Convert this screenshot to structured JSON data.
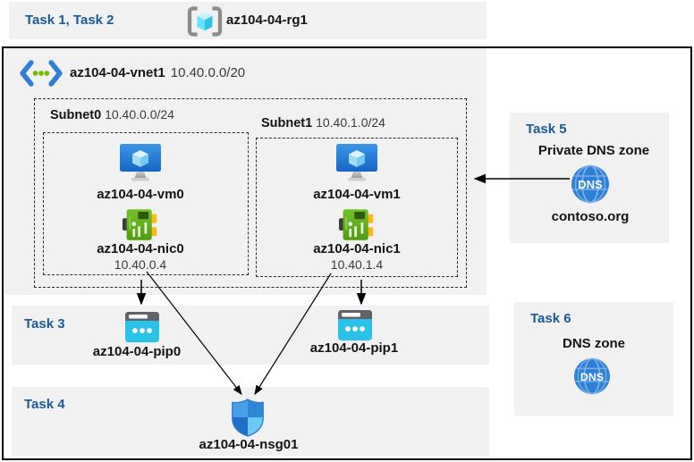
{
  "colors": {
    "accent_blue": "#1a5a96",
    "panel_bg": "#f1f1f1",
    "arrow": "#000000"
  },
  "header": {
    "tasks_label": "Task 1, Task 2",
    "resource_group_name": "az104-04-rg1"
  },
  "vnet": {
    "name": "az104-04-vnet1",
    "cidr": "10.40.0.0/20",
    "subnets": [
      {
        "name": "Subnet0",
        "cidr": "10.40.0.0/24",
        "vm": "az104-04-vm0",
        "nic": "az104-04-nic0",
        "nic_ip": "10.40.0.4"
      },
      {
        "name": "Subnet1",
        "cidr": "10.40.1.0/24",
        "vm": "az104-04-vm1",
        "nic": "az104-04-nic1",
        "nic_ip": "10.40.1.4"
      }
    ]
  },
  "task3": {
    "label": "Task 3",
    "pip0": "az104-04-pip0",
    "pip1": "az104-04-pip1"
  },
  "task4": {
    "label": "Task 4",
    "nsg": "az104-04-nsg01"
  },
  "task5": {
    "label": "Task 5",
    "title": "Private DNS zone",
    "zone_name": "contoso.org"
  },
  "task6": {
    "label": "Task 6",
    "title": "DNS zone"
  },
  "icons": {
    "dns_text": "DNS"
  }
}
